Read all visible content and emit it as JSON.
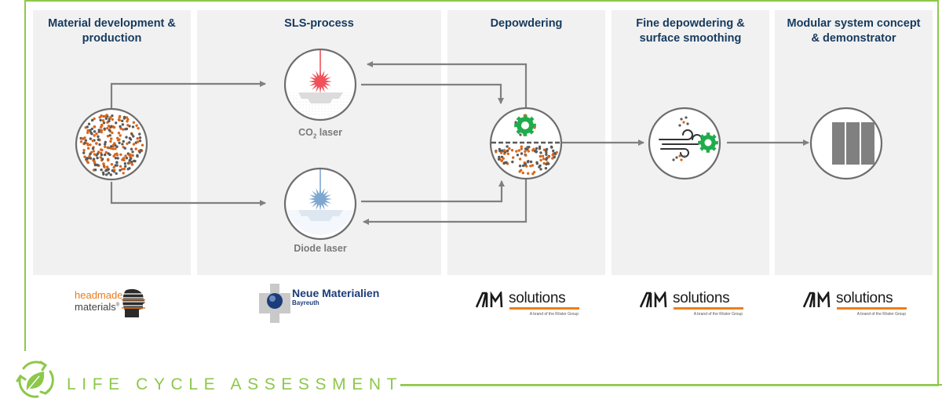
{
  "colors": {
    "frame_green": "#8dc84a",
    "panel_bg": "#f1f1f1",
    "title_navy": "#163a5f",
    "arrow_gray": "#808080",
    "particle_orange": "#d9661c",
    "particle_gray": "#5a5a5a",
    "gear_green": "#1fac4b",
    "co2_laser_red": "#f0515a",
    "diode_laser_blue": "#7fa7cf"
  },
  "panels": [
    {
      "title_line1": "Material development &",
      "title_line2": "production",
      "icon": "powder-particles-icon",
      "partner_logo": "headmade-materials-logo"
    },
    {
      "title_line1": "SLS-process",
      "title_line2": "",
      "icon": "laser-icon",
      "partner_logo": "neue-materialien-bayreuth-logo"
    },
    {
      "title_line1": "Depowdering",
      "title_line2": "",
      "icon": "depowdering-gear-icon",
      "partner_logo": "am-solutions-logo"
    },
    {
      "title_line1": "Fine depowdering &",
      "title_line2": "surface smoothing",
      "icon": "air-blast-gear-icon",
      "partner_logo": "am-solutions-logo"
    },
    {
      "title_line1": "Modular system concept",
      "title_line2": "& demonstrator",
      "icon": "modular-system-icon",
      "partner_logo": "am-solutions-logo"
    }
  ],
  "lasers": {
    "co2_prefix": "CO",
    "co2_sub": "2",
    "co2_suffix": " laser",
    "diode": "Diode laser"
  },
  "logos": {
    "headmade_line1": "headmade",
    "headmade_line2": "materials",
    "headmade_reg": "®",
    "nmb_line1": "Neue Materialien",
    "nmb_line2": "Bayreuth",
    "am_word": "solutions",
    "am_sub": "A brand of the Rösler Group"
  },
  "footer": {
    "title": "LIFE CYCLE ASSESSMENT",
    "icon": "recycle-leaf-icon"
  }
}
